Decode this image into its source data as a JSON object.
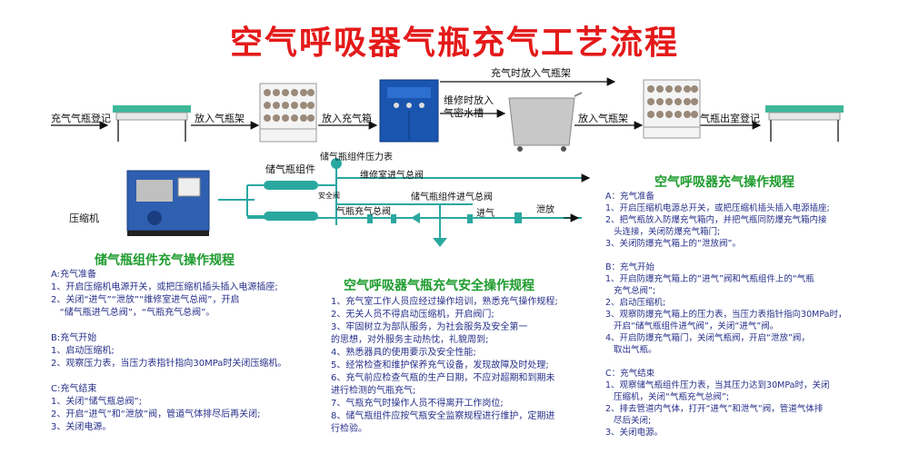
{
  "title": "空气呼吸器气瓶充气工艺流程",
  "flow": {
    "step_register": "充气气瓶登记",
    "step_rack": "放入气瓶架",
    "step_box": "放入充气箱",
    "step_top": "充气时放入气瓶架",
    "step_water": "维修时放入气密水槽",
    "step_rack2": "放入气瓶架",
    "step_out": "气瓶出室登记"
  },
  "pipe_labels": {
    "gauge": "储气瓶组件压力表",
    "group": "储气瓶组件",
    "safety": "安全阀",
    "repair_main": "维修室进气总阀",
    "group_inlet": "储气瓶组件进气总阀",
    "fill_main": "气瓶充气总阀",
    "inlet": "进气",
    "drain": "泄放",
    "compressor": "压缩机"
  },
  "storage_proc": {
    "title": "储气瓶组件充气操作规程",
    "text": "A:充气准备\n1、开启压缩机电源开关，或把压缩机插头插入电源插座;\n2、关闭“进气”“泄放”“维修室进气总阀”，开启\n   “储气瓶进气总阀”，“气瓶充气总阀”。\n\nB:充气开始\n1、启动压缩机;\n2、观察压力表，当压力表指针指向30MPa时关闭压缩机。\n\nC:充气结束\n1、关闭“储气瓶总阀”;\n2、开启“进气”和“泄放”阀，管道气体排尽后再关闭;\n3、关闭电源。"
  },
  "safety_proc": {
    "title": "空气呼吸器气瓶充气安全操作规程",
    "text": "1、充气室工作人员应经过操作培训，熟悉充气操作规程;\n2、无关人员不得启动压缩机，开启阀门;\n3、牢固树立为部队服务，为社会服务及安全第一\n的思想，对外服务主动热忱，礼貌周到;\n4、熟悉器具的使用要示及安全性能;\n5、经常检查和维护保养充气设备，发现故障及时处理;\n6、充气前应检查气瓶的生产日期，不应对超期和到期未\n进行检测的气瓶充气;\n7、气瓶充气时操作人员不得离开工作岗位;\n8、储气瓶组件应按气瓶安全监察规程进行维护，定期进\n行检验。"
  },
  "breath_proc": {
    "title": "空气呼吸器充气操作规程",
    "text": "A：充气准备\n1、开启压缩机电源总开关，或把压缩机插头插入电源插座;\n2、把气瓶放入防爆充气箱内，并把气瓶同防爆充气箱内接\n   头连接，关闭防爆充气箱门;\n3、关闭防爆充气箱上的“泄放阀”。\n\nB：充气开始\n1、开启防爆充气箱上的“进气”阀和气瓶组件上的“气瓶\n   充气总阀”;\n2、启动压缩机;\n3、观察防爆充气箱上的压力表，当压力表指针指向30MPa时，\n   开启“储气瓶组件进气阀”，关闭“进气”阀。\n4、开启防爆充气箱门，关闭气瓶阀，开启“泄放”阀，\n   取出气瓶。\n\nC：充气结束\n1、观察储气瓶组件压力表，当其压力达到30MPa时，关闭\n   压缩机，关闭“气瓶充气总阀”;\n2、排去管道内气体，打开“进气”和泄气“阀，管道气体排\n   尽后关闭;\n3、关闭电源。"
  },
  "colors": {
    "title": "#e41a1a",
    "section_title": "#1e9c2e",
    "body_text": "#27308a",
    "pipe": "#2aa8a0",
    "table_top": "#3fb89a",
    "box": "#1a55b0"
  }
}
